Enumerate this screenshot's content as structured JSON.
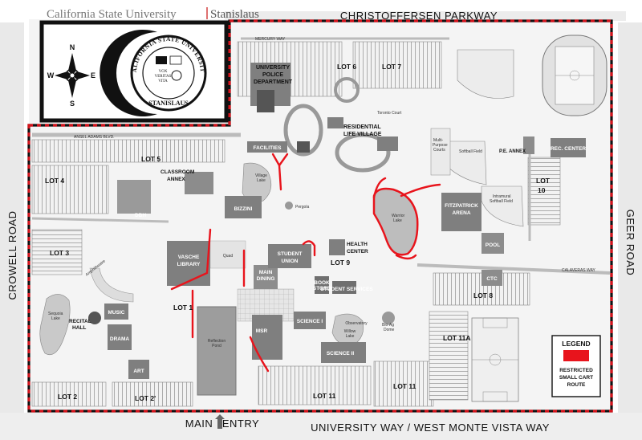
{
  "header": {
    "university": "California State University",
    "campus": "Stanislaus"
  },
  "roads": {
    "north": "CHRISTOFFERSEN PARKWAY",
    "west": "CROWELL ROAD",
    "east": "GEER ROAD",
    "south": "UNIVERSITY WAY / WEST MONTE VISTA WAY",
    "main": "MAIN",
    "entry": "ENTRY"
  },
  "compass": {
    "n": "N",
    "s": "S",
    "e": "E",
    "w": "W"
  },
  "seal": {
    "ring": "CALIFORNIA STATE UNIVERSITY",
    "motto_1": "VOX",
    "motto_2": "VERITAS",
    "motto_3": "VITA",
    "bottom": "STANISLAUS"
  },
  "lots": {
    "lot1": "LOT 1",
    "lot2": "LOT 2",
    "lot2p": "LOT 2'",
    "lot3": "LOT 3",
    "lot4": "LOT 4",
    "lot5": "LOT 5",
    "lot6": "LOT 6",
    "lot7": "LOT 7",
    "lot8": "LOT 8",
    "lot9": "LOT 9",
    "lot10a": "LOT",
    "lot10b": "10",
    "lot11a": "LOT 11",
    "lot11b": "LOT 11",
    "lot11c": "LOT 11A"
  },
  "buildings": {
    "police_1": "UNIVERSITY",
    "police_2": "POLICE",
    "police_3": "DEPARTMENT",
    "residential_1": "RESIDENTIAL",
    "residential_2": "LIFE VILLAGE",
    "facilities": "FACILITIES",
    "classroom_1": "CLASSROOM",
    "classroom_2": "ANNEX",
    "dbh": "DBH",
    "bizzini": "BIZZINI",
    "vasche_1": "VASCHE",
    "vasche_2": "LIBRARY",
    "student_union_1": "STUDENT",
    "student_union_2": "UNION",
    "main_dining_1": "MAIN",
    "main_dining_2": "DINING",
    "health_1": "HEALTH",
    "health_2": "CENTER",
    "book_1": "BOOK",
    "book_2": "STORE",
    "student_services": "STUDENT SERVICES",
    "fitzpatrick_1": "FITZPATRICK",
    "fitzpatrick_2": "ARENA",
    "pool": "POOL",
    "pe_annex": "P.E. ANNEX",
    "rec_center": "REC. CENTER",
    "recital_1": "RECITAL",
    "recital_2": "HALL",
    "music": "MUSIC",
    "drama": "DRAMA",
    "art": "ART",
    "msr": "MSR",
    "science1": "SCIENCE I",
    "science2": "SCIENCE II",
    "ctc": "CTC",
    "bio_ag_1": "Bio-Ag",
    "bio_ag_2": "Dome"
  },
  "features": {
    "amphitheatre": "Amphitheatre",
    "quad": "Quad",
    "pergola": "Pergola",
    "village_lake_1": "Village",
    "village_lake_2": "Lake",
    "warrior_lake_1": "Warrior",
    "warrior_lake_2": "Lake",
    "reflection_pond_1": "Reflection",
    "reflection_pond_2": "Pond",
    "observatory": "Observatory",
    "willow_lake_1": "Willow",
    "willow_lake_2": "Lake",
    "sequoia_lake_1": "Sequoia",
    "sequoia_lake_2": "Lake",
    "softball": "Softball Field",
    "intramural_1": "Intramural",
    "intramural_2": "Softball Field",
    "multi_courts_1": "Multi-",
    "multi_courts_2": "Purpose",
    "multi_courts_3": "Courts",
    "annex_adams": "ANSEL ADAMS BLVD.",
    "calaveras": "CALAVERAS WAY",
    "mercury": "MERCURY WAY",
    "toronto": "Toronto Court"
  },
  "legend": {
    "title": "LEGEND",
    "line1": "RESTRICTED",
    "line2": "SMALL CART",
    "line3": "ROUTE",
    "route_color": "#e8141c"
  },
  "colors": {
    "boundary_red": "#d5141c",
    "boundary_black": "#111111",
    "building_gray": "#8c8c8c",
    "building_dark": "#555555",
    "water": "#bdbdbd"
  }
}
